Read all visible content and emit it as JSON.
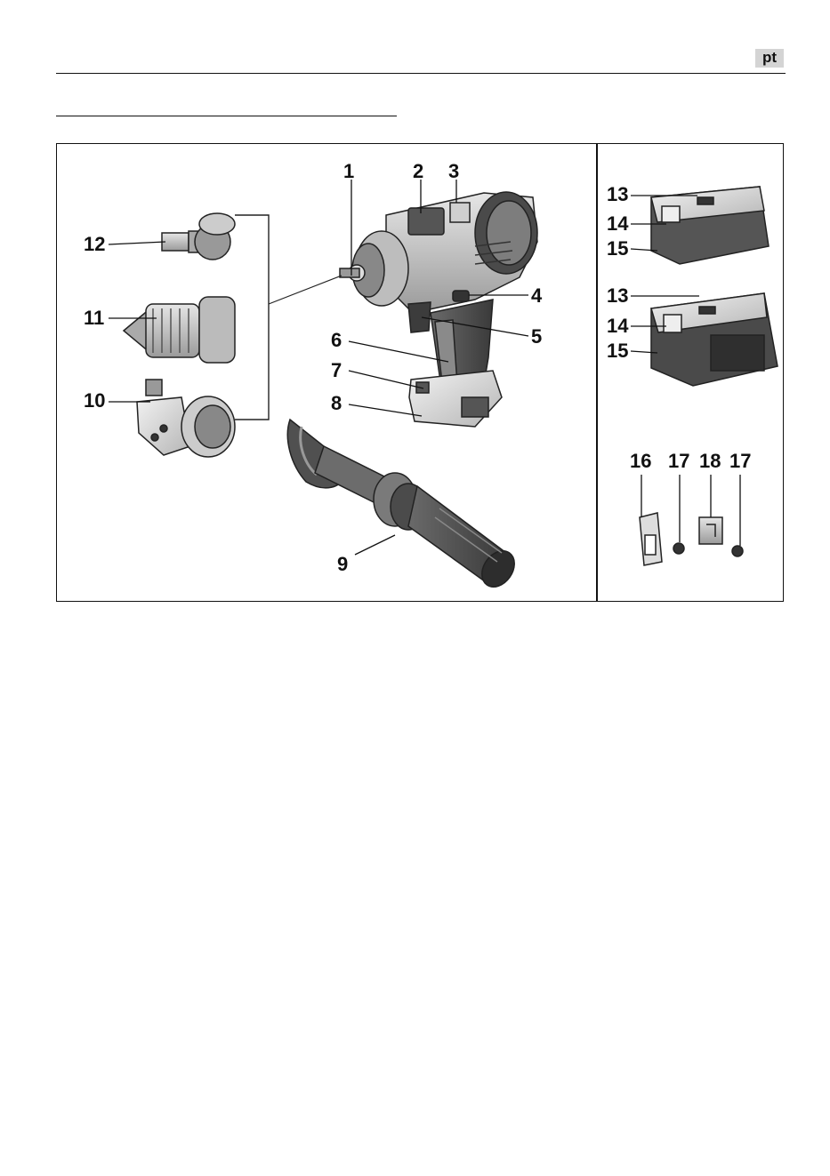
{
  "header": {
    "language_code": "pt"
  },
  "figure": {
    "callouts": [
      {
        "id": "c1",
        "label": "1"
      },
      {
        "id": "c2",
        "label": "2"
      },
      {
        "id": "c3",
        "label": "3"
      },
      {
        "id": "c4",
        "label": "4"
      },
      {
        "id": "c5",
        "label": "5"
      },
      {
        "id": "c6",
        "label": "6"
      },
      {
        "id": "c7",
        "label": "7"
      },
      {
        "id": "c8",
        "label": "8"
      },
      {
        "id": "c9",
        "label": "9"
      },
      {
        "id": "c10",
        "label": "10"
      },
      {
        "id": "c11",
        "label": "11"
      },
      {
        "id": "c12",
        "label": "12"
      },
      {
        "id": "c13a",
        "label": "13"
      },
      {
        "id": "c14a",
        "label": "14"
      },
      {
        "id": "c15a",
        "label": "15"
      },
      {
        "id": "c13b",
        "label": "13"
      },
      {
        "id": "c14b",
        "label": "14"
      },
      {
        "id": "c15b",
        "label": "15"
      },
      {
        "id": "c16",
        "label": "16"
      },
      {
        "id": "c17a",
        "label": "17"
      },
      {
        "id": "c18",
        "label": "18"
      },
      {
        "id": "c17b",
        "label": "17"
      }
    ]
  }
}
